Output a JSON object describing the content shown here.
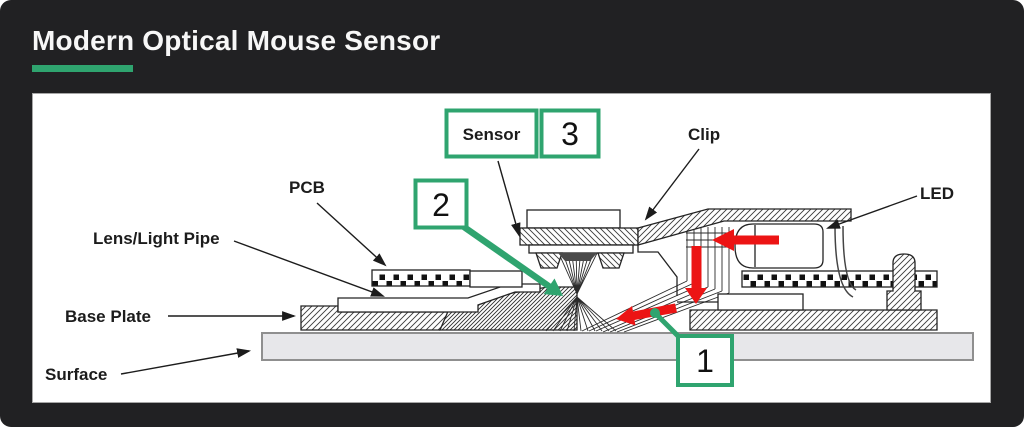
{
  "title": "Modern Optical Mouse Sensor",
  "colors": {
    "background": "#212123",
    "panel": "#FFFFFF",
    "accent_green": "#2FA46F",
    "arrow_red": "#EC1414",
    "line_ink": "#1C1C1C",
    "surface_gray": "#E7E7EA"
  },
  "diagram": {
    "labels": {
      "sensor": "Sensor",
      "clip": "Clip",
      "pcb": "PCB",
      "led": "LED",
      "lens": "Lens/Light Pipe",
      "base_plate": "Base Plate",
      "surface": "Surface"
    },
    "callouts": {
      "one": "1",
      "two": "2",
      "three": "3"
    }
  }
}
